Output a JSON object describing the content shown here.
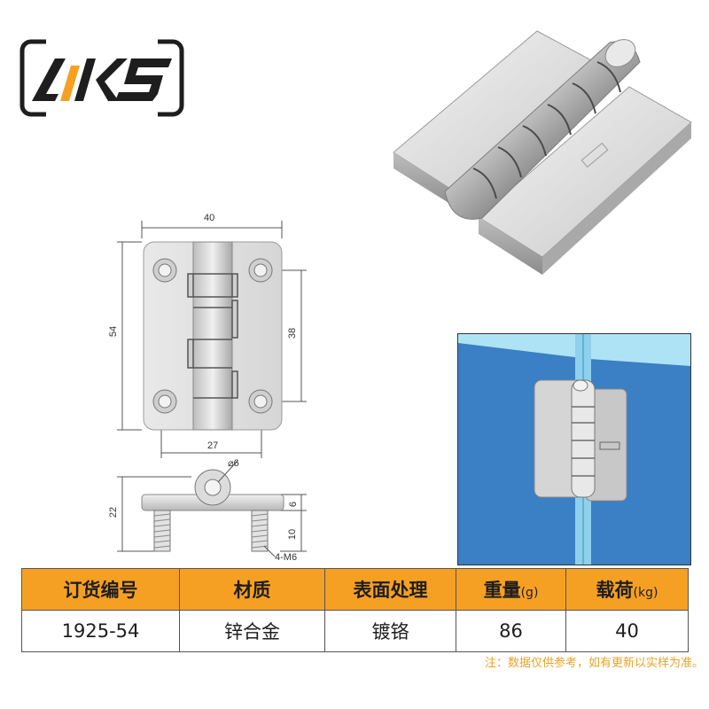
{
  "brand": {
    "logo_text": "AIKS",
    "colors": {
      "accent": "#f6a023",
      "dark": "#1e1e1e",
      "glass_blue": "#3b7fc4",
      "note": "#e8a326"
    }
  },
  "drawing": {
    "front_view": {
      "width": "40",
      "height": "54",
      "hole_spacing_vertical": "38",
      "hole_spacing_horizontal": "27"
    },
    "side_view": {
      "pin_diameter": "⌀6",
      "total_height": "22",
      "leaf_thickness": "6",
      "screw_length": "10",
      "screw_spec": "4-M6"
    }
  },
  "table": {
    "headers": [
      {
        "label": "订货编号",
        "unit": ""
      },
      {
        "label": "材质",
        "unit": ""
      },
      {
        "label": "表面处理",
        "unit": ""
      },
      {
        "label": "重量",
        "unit": "(g)"
      },
      {
        "label": "载荷",
        "unit": "(kg)"
      }
    ],
    "row": {
      "order_no": "1925-54",
      "material": "锌合金",
      "finish": "镀铬",
      "weight": "86",
      "load": "40"
    }
  },
  "note": "注：数据仅供参考，如有更新以实样为准。"
}
